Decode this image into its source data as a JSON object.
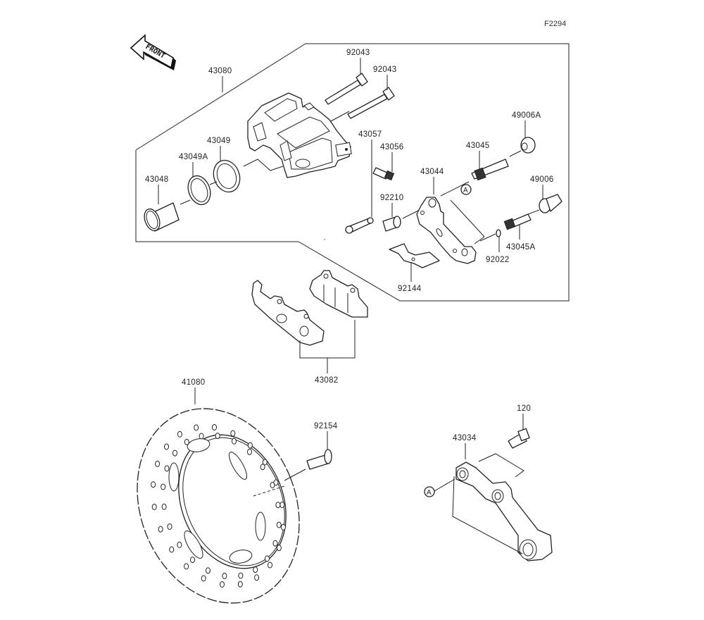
{
  "diagram": {
    "code": "F2294",
    "front_label": "FRONT",
    "reference_marker": "A",
    "parts": [
      {
        "number": "43080",
        "name": "caliper-assembly"
      },
      {
        "number": "92043",
        "name": "pin-upper"
      },
      {
        "number": "92043",
        "name": "pin-lower"
      },
      {
        "number": "43049",
        "name": "piston-seal"
      },
      {
        "number": "43049A",
        "name": "dust-seal"
      },
      {
        "number": "43048",
        "name": "piston"
      },
      {
        "number": "43057",
        "name": "bleeder-cap"
      },
      {
        "number": "43056",
        "name": "bleeder-valve"
      },
      {
        "number": "43045",
        "name": "slide-pin"
      },
      {
        "number": "49006A",
        "name": "boot-upper"
      },
      {
        "number": "43044",
        "name": "caliper-bracket"
      },
      {
        "number": "92210",
        "name": "nut"
      },
      {
        "number": "49006",
        "name": "boot-lower"
      },
      {
        "number": "43045A",
        "name": "slide-pin-lower"
      },
      {
        "number": "92022",
        "name": "washer"
      },
      {
        "number": "92144",
        "name": "pad-spring"
      },
      {
        "number": "43082",
        "name": "brake-pads"
      },
      {
        "number": "41080",
        "name": "brake-disc"
      },
      {
        "number": "92154",
        "name": "disc-bolt"
      },
      {
        "number": "120",
        "name": "bolt"
      },
      {
        "number": "43034",
        "name": "torque-link"
      }
    ]
  }
}
